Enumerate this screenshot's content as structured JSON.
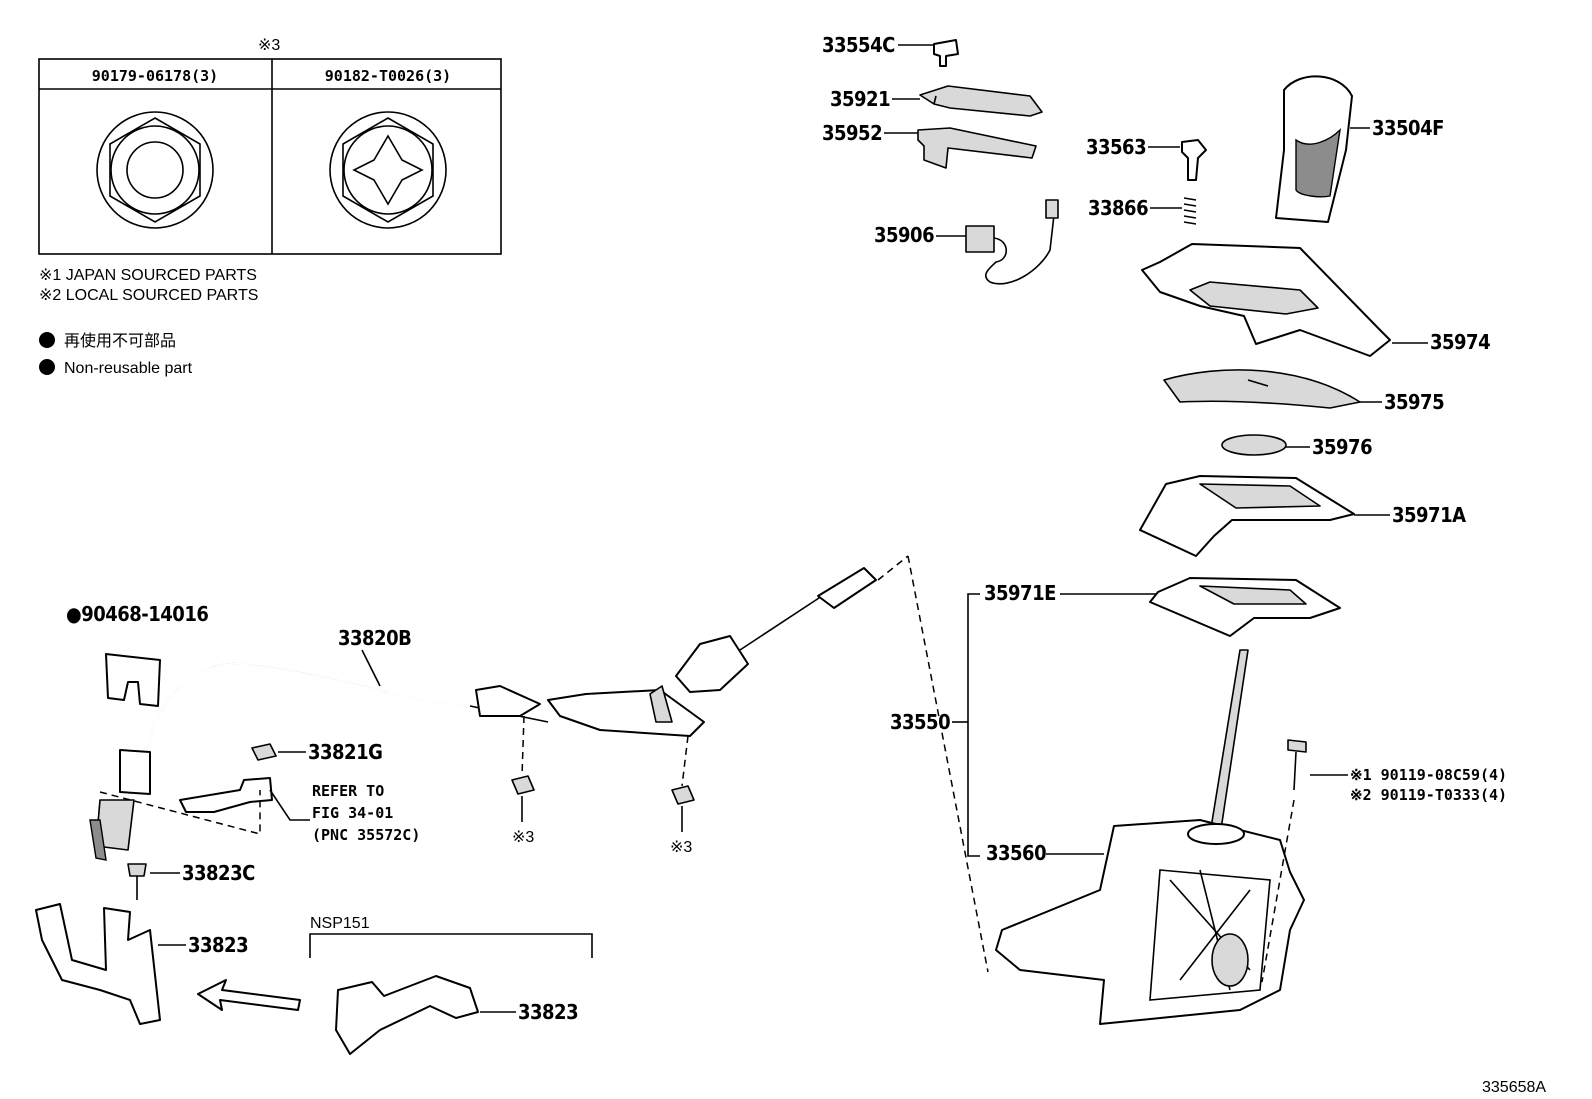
{
  "table": {
    "note_mark": "※3",
    "columns": [
      "90179-06178(3)",
      "90182-T0026(3)"
    ]
  },
  "notes": {
    "note1": "※1  JAPAN SOURCED PARTS",
    "note2": "※2  LOCAL SOURCED PARTS"
  },
  "legend": {
    "jp": "再使用不可部品",
    "en": "Non-reusable part"
  },
  "parts": {
    "p33554C": "33554C",
    "p35921": "35921",
    "p35952": "35952",
    "p35906": "35906",
    "p33563": "33563",
    "p33866": "33866",
    "p33504F": "33504F",
    "p35974": "35974",
    "p35975": "35975",
    "p35976": "35976",
    "p35971A": "35971A",
    "p35971E": "35971E",
    "p33550": "33550",
    "p33560": "33560",
    "p90468": "●90468-14016",
    "p33820B": "33820B",
    "p33821G": "33821G",
    "p33823C": "33823C",
    "p33823a": "33823",
    "p33823b": "33823",
    "bolt1": "※1 90119-08C59(4)",
    "bolt2": "※2 90119-T0333(4)",
    "nut_mark_a": "※3",
    "nut_mark_b": "※3"
  },
  "refer": {
    "line1": "REFER TO",
    "line2": "FIG 34-01",
    "line3": "(PNC 35572C)"
  },
  "variant_label": "NSP151",
  "illustration_id": "335658A"
}
